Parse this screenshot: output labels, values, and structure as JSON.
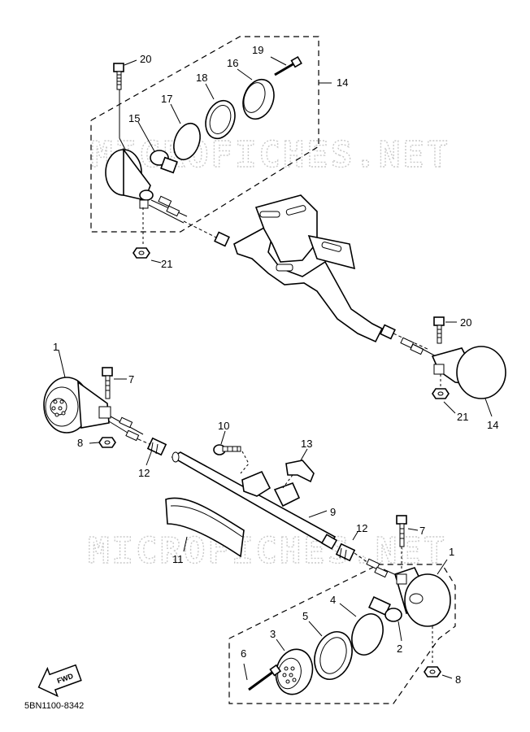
{
  "watermarks": [
    "MICROFICHES.NET",
    "MICROFICHES.NET"
  ],
  "callouts": {
    "c1a": "1",
    "c1b": "1",
    "c2": "2",
    "c3": "3",
    "c4": "4",
    "c5": "5",
    "c6": "6",
    "c7a": "7",
    "c7b": "7",
    "c8a": "8",
    "c8b": "8",
    "c9": "9",
    "c10": "10",
    "c11": "11",
    "c12a": "12",
    "c12b": "12",
    "c13": "13",
    "c14a": "14",
    "c14b": "14",
    "c15": "15",
    "c16": "16",
    "c17": "17",
    "c18": "18",
    "c19": "19",
    "c20a": "20",
    "c20b": "20",
    "c21a": "21",
    "c21b": "21"
  },
  "fwd_label": "FWD",
  "diagram_code": "5BN1100-8342"
}
